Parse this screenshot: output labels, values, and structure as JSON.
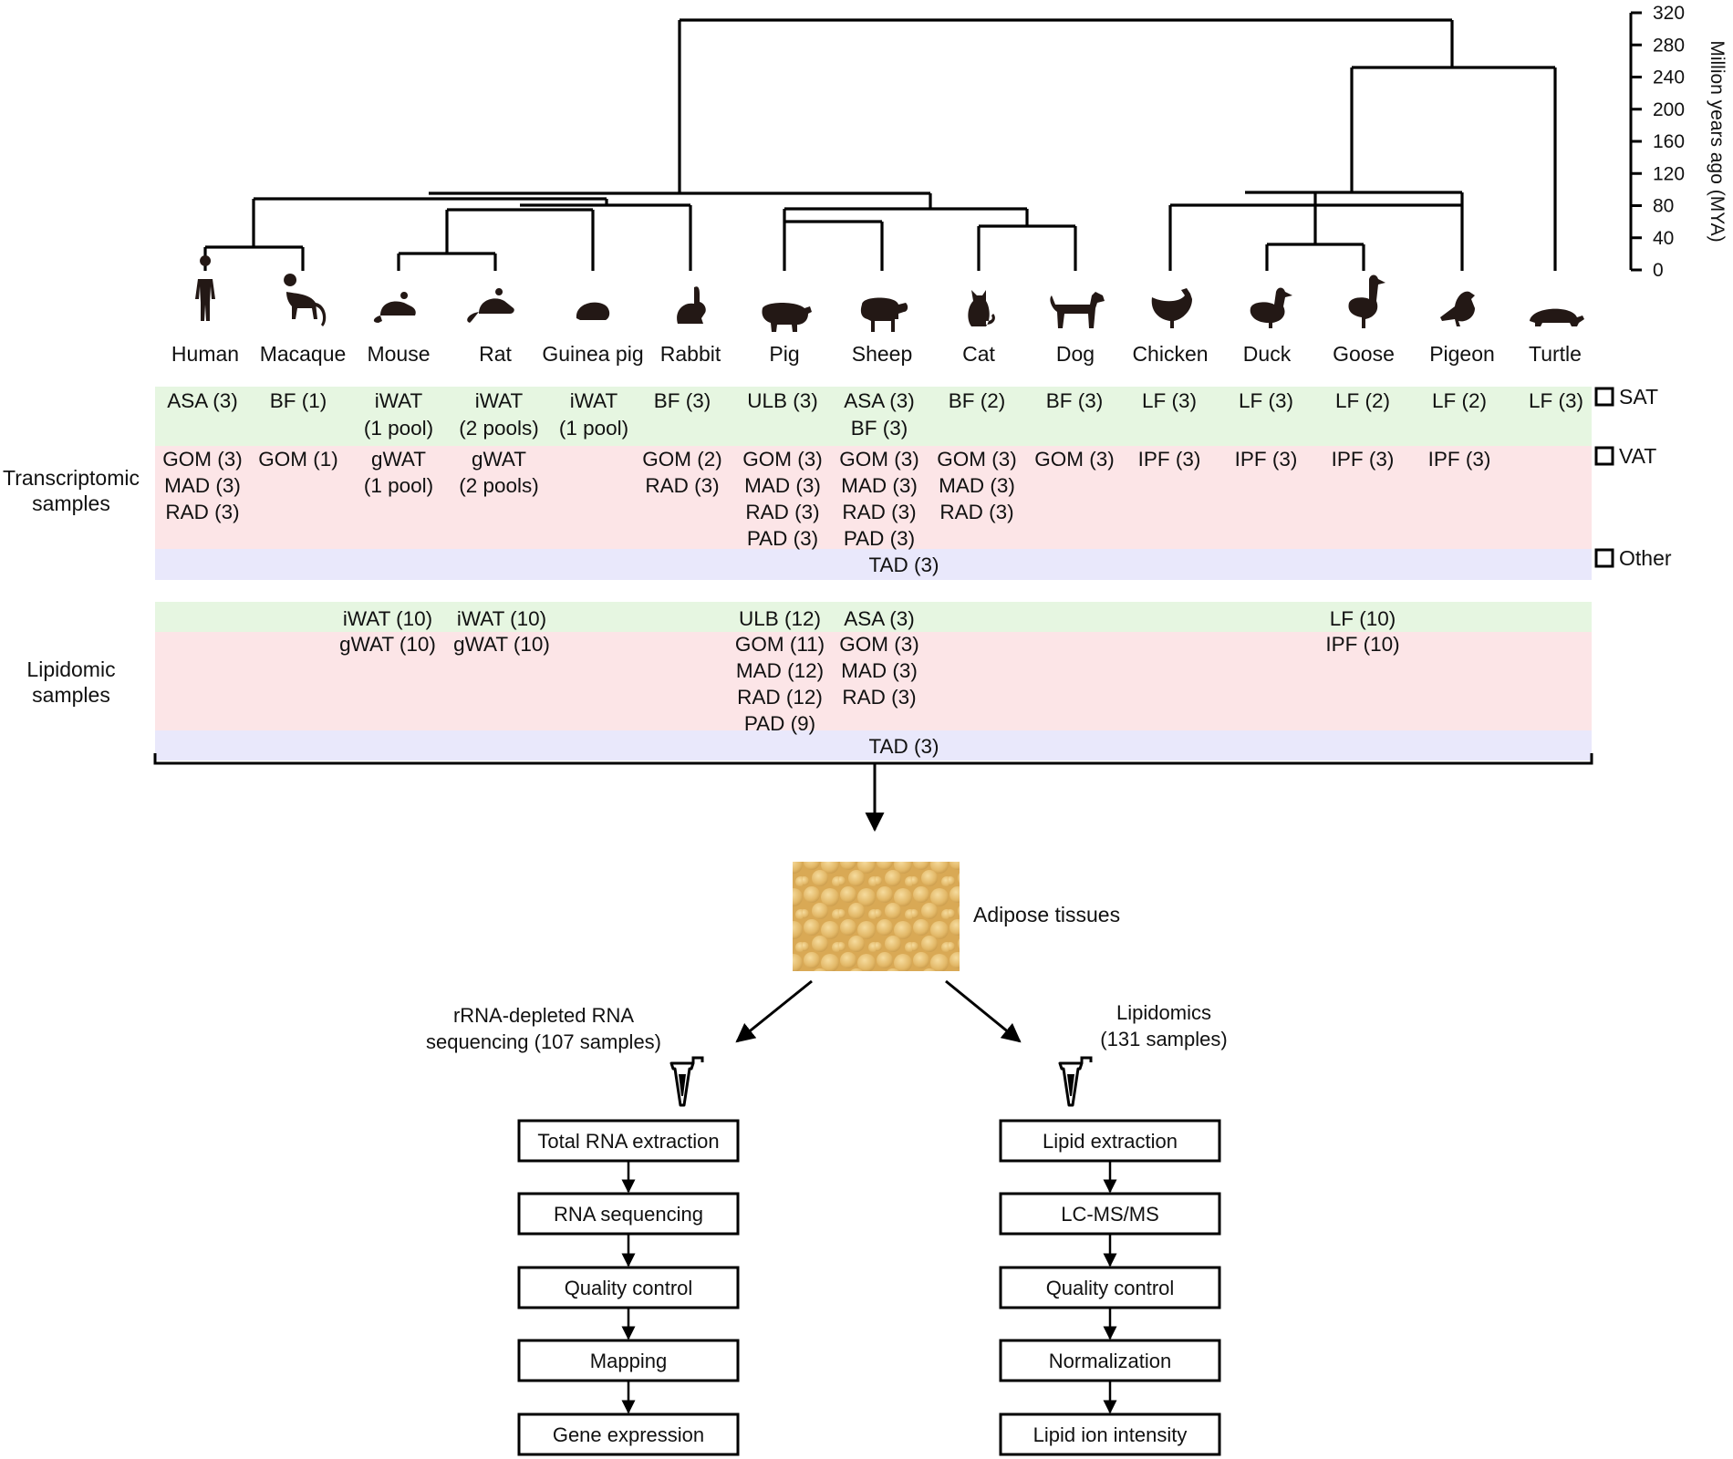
{
  "species": [
    "Human",
    "Macaque",
    "Mouse",
    "Rat",
    "Guinea pig",
    "Rabbit",
    "Pig",
    "Sheep",
    "Cat",
    "Dog",
    "Chicken",
    "Duck",
    "Goose",
    "Pigeon",
    "Turtle"
  ],
  "time_axis": {
    "label": "Million years ago (MYA)",
    "ticks": [
      "320",
      "280",
      "240",
      "200",
      "160",
      "120",
      "80",
      "40",
      "0"
    ]
  },
  "legend": {
    "sat": "SAT",
    "vat": "VAT",
    "other": "Other"
  },
  "colors": {
    "sat_band": "#e6f6e1",
    "vat_band": "#fce5e7",
    "other_band": "#e9e8fb",
    "tissue": "#e3b969"
  },
  "transcriptomic": {
    "label": "Transcriptomic samples",
    "sat": [
      {
        "species": 0,
        "lines": [
          "ASA (3)"
        ]
      },
      {
        "species": 1,
        "lines": [
          "BF (1)"
        ]
      },
      {
        "species": 2,
        "lines": [
          "iWAT",
          "(1 pool)"
        ]
      },
      {
        "species": 3,
        "lines": [
          "iWAT",
          "(2 pools)"
        ]
      },
      {
        "species": 4,
        "lines": [
          "iWAT",
          "(1 pool)"
        ]
      },
      {
        "species": 5,
        "lines": [
          "BF (3)"
        ]
      },
      {
        "species": 6,
        "lines": [
          "ULB (3)"
        ]
      },
      {
        "species": 7,
        "lines": [
          "ASA (3)",
          "BF (3)"
        ]
      },
      {
        "species": 8,
        "lines": [
          "BF (2)"
        ]
      },
      {
        "species": 9,
        "lines": [
          "BF (3)"
        ]
      },
      {
        "species": 10,
        "lines": [
          "LF (3)"
        ]
      },
      {
        "species": 11,
        "lines": [
          "LF (3)"
        ]
      },
      {
        "species": 12,
        "lines": [
          "LF (2)"
        ]
      },
      {
        "species": 13,
        "lines": [
          "LF (2)"
        ]
      },
      {
        "species": 14,
        "lines": [
          "LF (3)"
        ]
      }
    ],
    "vat": [
      {
        "species": 0,
        "lines": [
          "GOM (3)",
          "MAD (3)",
          "RAD (3)"
        ]
      },
      {
        "species": 1,
        "lines": [
          "GOM (1)"
        ]
      },
      {
        "species": 2,
        "lines": [
          "gWAT",
          "(1 pool)"
        ]
      },
      {
        "species": 3,
        "lines": [
          "gWAT",
          "(2 pools)"
        ]
      },
      {
        "species": 5,
        "lines": [
          "GOM (2)",
          "RAD (3)"
        ]
      },
      {
        "species": 6,
        "lines": [
          "GOM (3)",
          "MAD (3)",
          "RAD (3)",
          "PAD (3)"
        ]
      },
      {
        "species": 7,
        "lines": [
          "GOM (3)",
          "MAD (3)",
          "RAD (3)",
          "PAD (3)"
        ]
      },
      {
        "species": 8,
        "lines": [
          "GOM (3)",
          "MAD (3)",
          "RAD (3)"
        ]
      },
      {
        "species": 9,
        "lines": [
          "GOM (3)"
        ]
      },
      {
        "species": 10,
        "lines": [
          "IPF (3)"
        ]
      },
      {
        "species": 11,
        "lines": [
          "IPF (3)"
        ]
      },
      {
        "species": 12,
        "lines": [
          "IPF (3)"
        ]
      },
      {
        "species": 13,
        "lines": [
          "IPF (3)"
        ]
      }
    ],
    "other": [
      {
        "species": 7,
        "lines": [
          "TAD (3)"
        ]
      }
    ]
  },
  "lipidomic": {
    "label": "Lipidomic samples",
    "sat": [
      {
        "species": 2,
        "lines": [
          "iWAT (10)"
        ]
      },
      {
        "species": 3,
        "lines": [
          "iWAT (10)"
        ]
      },
      {
        "species": 6,
        "lines": [
          "ULB (12)"
        ]
      },
      {
        "species": 7,
        "lines": [
          "ASA (3)"
        ]
      },
      {
        "species": 12,
        "lines": [
          "LF (10)"
        ]
      }
    ],
    "vat": [
      {
        "species": 2,
        "lines": [
          "gWAT (10)"
        ]
      },
      {
        "species": 3,
        "lines": [
          "gWAT (10)"
        ]
      },
      {
        "species": 6,
        "lines": [
          "GOM (11)",
          "MAD (12)",
          "RAD (12)",
          "PAD (9)"
        ]
      },
      {
        "species": 7,
        "lines": [
          "GOM (3)",
          "MAD (3)",
          "RAD (3)"
        ]
      },
      {
        "species": 12,
        "lines": [
          "IPF (10)"
        ]
      }
    ],
    "other": [
      {
        "species": 7,
        "lines": [
          "TAD (3)"
        ]
      }
    ]
  },
  "tissue_label": "Adipose tissues",
  "rna": {
    "title": [
      "rRNA-depleted RNA",
      "sequencing (107 samples)"
    ],
    "steps": [
      "Total RNA extraction",
      "RNA sequencing",
      "Quality control",
      "Mapping",
      "Gene expression"
    ]
  },
  "lipid": {
    "title": [
      "Lipidomics",
      "(131 samples)"
    ],
    "steps": [
      "Lipid extraction",
      "LC-MS/MS",
      "Quality control",
      "Normalization",
      "Lipid ion intensity"
    ]
  }
}
